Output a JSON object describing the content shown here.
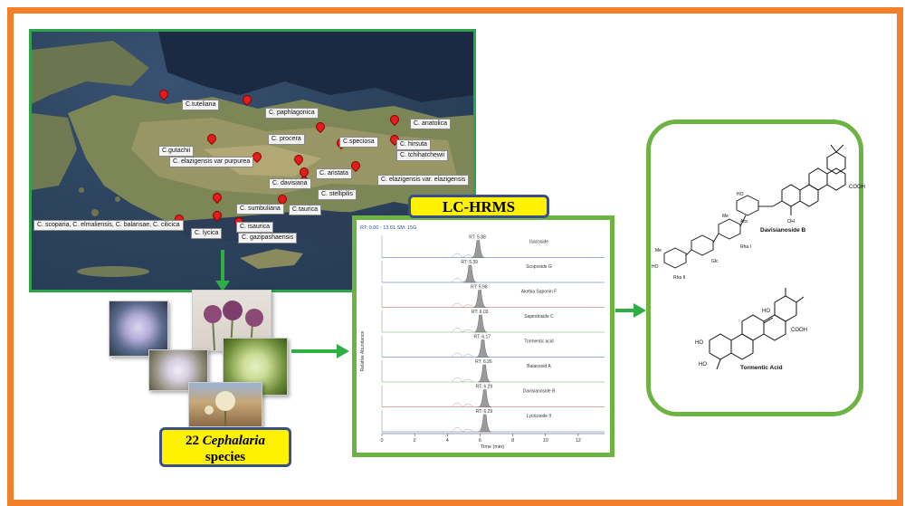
{
  "map": {
    "labels": [
      {
        "text": "C.tuteliana",
        "name": "label-c-tuteliana"
      },
      {
        "text": "C. paphlagonica",
        "name": "label-c-paphlagonica"
      },
      {
        "text": "C. anatolica",
        "name": "label-c-anatolica"
      },
      {
        "text": "C.gutachii",
        "name": "label-c-gutachii"
      },
      {
        "text": "C. procera",
        "name": "label-c-procera"
      },
      {
        "text": "C.speciosa",
        "name": "label-c-speciosa"
      },
      {
        "text": "C. hirsuta",
        "name": "label-c-hirsuta"
      },
      {
        "text": "C. tchihatchewii",
        "name": "label-c-tchihatchewii"
      },
      {
        "text": "C. elazigensis var purpurea",
        "name": "label-c-elazigensis-purpurea"
      },
      {
        "text": "C. aristata",
        "name": "label-c-aristata"
      },
      {
        "text": "C. elazigensis var. elazigensis",
        "name": "label-c-elazigensis-elazigensis"
      },
      {
        "text": "C. davisiana",
        "name": "label-c-davisiana"
      },
      {
        "text": "C. stellipilis",
        "name": "label-c-stellipilis"
      },
      {
        "text": "C. sumbuliana",
        "name": "label-c-sumbuliana"
      },
      {
        "text": "C.taurica",
        "name": "label-c-taurica"
      },
      {
        "text": "C. scoparia, C. elmaliensis, C. balansae, C. cilicica",
        "name": "label-c-scoparia-group"
      },
      {
        "text": "C. isaurica",
        "name": "label-c-isaurica"
      },
      {
        "text": "C. lycica",
        "name": "label-c-lycica"
      },
      {
        "text": "C. gazipashaensis",
        "name": "label-c-gazipashaensis"
      }
    ]
  },
  "species_box": {
    "count": "22",
    "genus": "Cephalaria",
    "word": "species"
  },
  "lc": {
    "title": "LC-HRMS",
    "header": "RT: 0.00 - 13.61   SM: 15G",
    "y_axis_label": "Relative Abundance",
    "x_axis_label": "Time (min)",
    "x_ticks": [
      "0",
      "2",
      "4",
      "6",
      "8",
      "10",
      "12"
    ],
    "traces": [
      {
        "rt": "RT: 5.88",
        "compound": "Isacoside"
      },
      {
        "rt": "RT: 5.39",
        "compound": "Scoposide G"
      },
      {
        "rt": "RT: 5.98",
        "compound": "Akebia Saponin F"
      },
      {
        "rt": "RT: 6.03",
        "compound": "Sapindoside C"
      },
      {
        "rt": "RT: 6.17",
        "compound": "Tormentic acid"
      },
      {
        "rt": "RT: 6.26",
        "compound": "Balansoid A"
      },
      {
        "rt": "RT: 6.29",
        "compound": "Davisianoside B"
      },
      {
        "rt": "RT: 6.29",
        "compound": "Lycicoside II"
      }
    ]
  },
  "chem": {
    "compound1": "Davisianoside B",
    "compound2": "Tormentic Acid",
    "sugars": [
      "Ara",
      "Rha I",
      "Glc",
      "Rha II"
    ],
    "cooh": "COOH",
    "ho": "HO",
    "oh": "OH",
    "me": "Me"
  },
  "colors": {
    "frame": "#f47f2a",
    "green": "#6db342",
    "yellow": "#fff200",
    "navy": "#3b4f86",
    "pin": "#e21d1d"
  }
}
